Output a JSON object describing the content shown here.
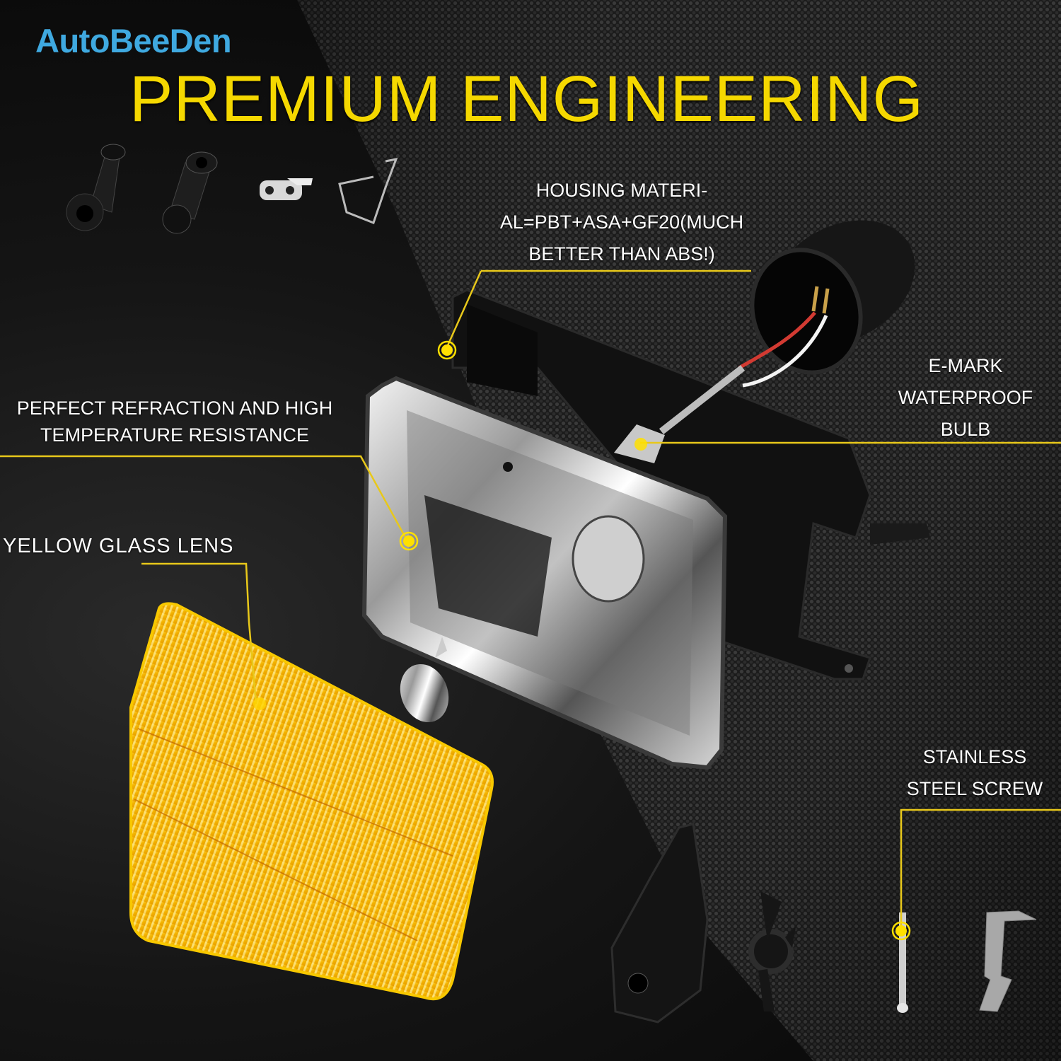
{
  "brand": {
    "logo_text": "AutoBeeDen",
    "logo_color": "#3fa9e0"
  },
  "header": {
    "title": "PREMIUM ENGINEERING",
    "title_color": "#f5d800"
  },
  "callouts": [
    {
      "id": "housing",
      "lines": [
        "HOUSING MATERI-",
        "AL=PBT+ASA+GF20(MUCH",
        "BETTER THAN ABS!)"
      ]
    },
    {
      "id": "bulb",
      "lines": [
        "E-MARK",
        "WATERPROOF",
        "BULB"
      ]
    },
    {
      "id": "reflector",
      "lines": [
        "PERFECT REFRACTION AND HIGH",
        "TEMPERATURE RESISTANCE"
      ]
    },
    {
      "id": "lens",
      "lines": [
        "YELLOW GLASS LENS"
      ]
    },
    {
      "id": "screw",
      "lines": [
        "STAINLESS",
        "STEEL SCREW"
      ]
    }
  ],
  "colors": {
    "callout_line": "#e8c81a",
    "marker": "#ffe000",
    "background": "#0d0d0d",
    "lens": "#f2b500"
  },
  "parts": [
    "rubber-grommet",
    "rubber-grommet",
    "metal-tab",
    "wire-spring-clip",
    "headlight-housing",
    "chrome-reflector",
    "bulb-socket-cap",
    "halogen-bulb",
    "yellow-glass-lens",
    "chrome-bulb-shield",
    "adjuster-bracket",
    "adjuster-clip",
    "stainless-screw",
    "metal-spring-clip"
  ]
}
